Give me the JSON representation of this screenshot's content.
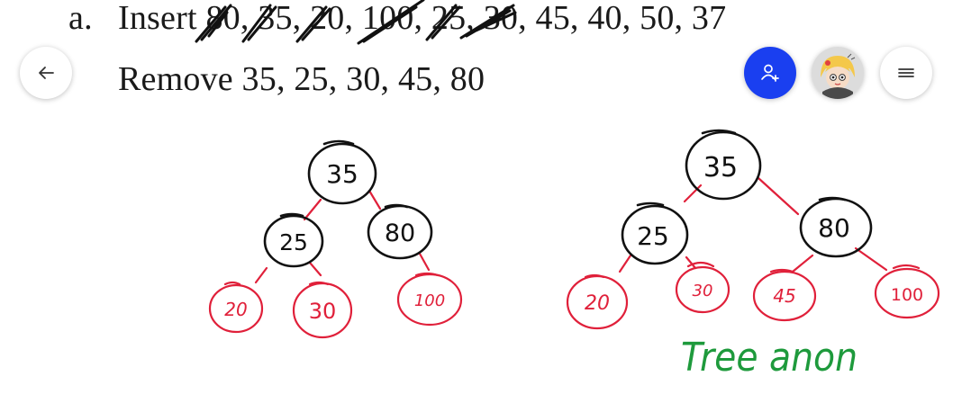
{
  "document": {
    "line1": {
      "label": "a.",
      "verb": "Insert",
      "struck_items": [
        "80,",
        "35,",
        "20,",
        "100,",
        "25,",
        "30,"
      ],
      "remaining": "45, 40, 50, 37"
    },
    "line2": {
      "verb": "Remove",
      "items": "35, 25, 30, 45, 80"
    }
  },
  "toolbar": {
    "back_icon": "arrow-left-icon",
    "add_user_icon": "add-user-icon",
    "menu_icon": "menu-icon",
    "accent_color": "#1a3ff0"
  },
  "ink": {
    "tree1": {
      "root": "35",
      "left": "25",
      "right": "80",
      "leaves": [
        "20",
        "30",
        "100"
      ]
    },
    "tree2": {
      "root": "35",
      "left": "25",
      "right": "80",
      "leaves": [
        "20",
        "30",
        "45",
        "100"
      ]
    },
    "annotation": "Tree anon",
    "colors": {
      "black": "#111111",
      "red": "#e0203a",
      "green": "#1e9a3c"
    }
  }
}
